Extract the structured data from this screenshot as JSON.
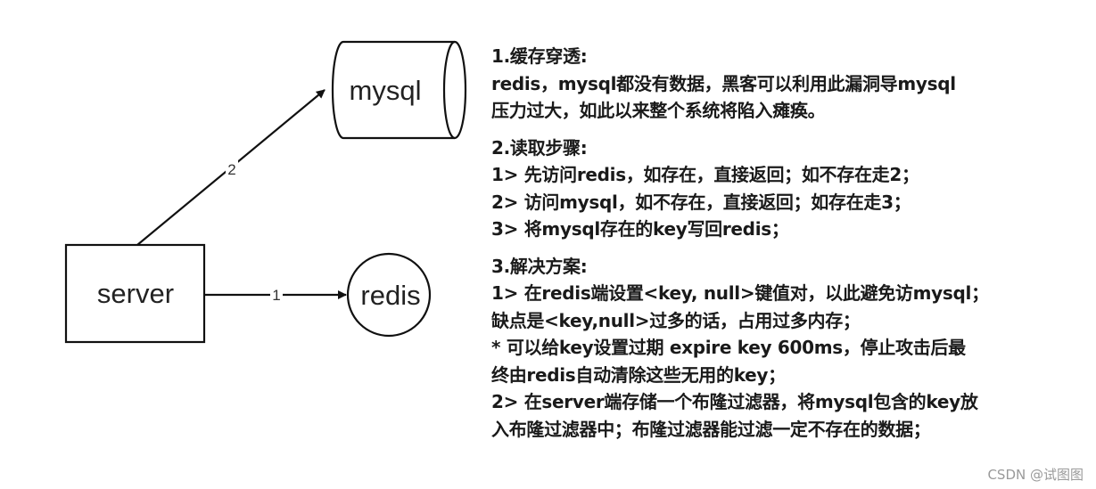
{
  "diagram": {
    "nodes": {
      "mysql": "mysql",
      "redis": "redis",
      "server": "server"
    },
    "edges": {
      "server_to_redis": "1",
      "server_to_mysql": "2"
    }
  },
  "notes": {
    "sections": [
      {
        "title": "1.缓存穿透:",
        "lines": [
          "redis，mysql都没有数据，黑客可以利用此漏洞导mysql",
          "压力过大，如此以来整个系统将陷入瘫痪。"
        ]
      },
      {
        "title": "2.读取步骤:",
        "lines": [
          "1> 先访问redis，如存在，直接返回；如不存在走2；",
          "2> 访问mysql，如不存在，直接返回；如存在走3；",
          "3> 将mysql存在的key写回redis；"
        ]
      },
      {
        "title": "3.解决方案:",
        "lines": [
          "1> 在redis端设置<key, null>键值对，以此避免访mysql；",
          "缺点是<key,null>过多的话，占用过多内存；",
          "* 可以给key设置过期 expire key 600ms，停止攻击后最",
          "终由redis自动清除这些无用的key；",
          "2> 在server端存储一个布隆过滤器，将mysql包含的key放",
          "入布隆过滤器中；布隆过滤器能过滤一定不存在的数据；"
        ]
      }
    ]
  },
  "watermark": "CSDN @试图图"
}
